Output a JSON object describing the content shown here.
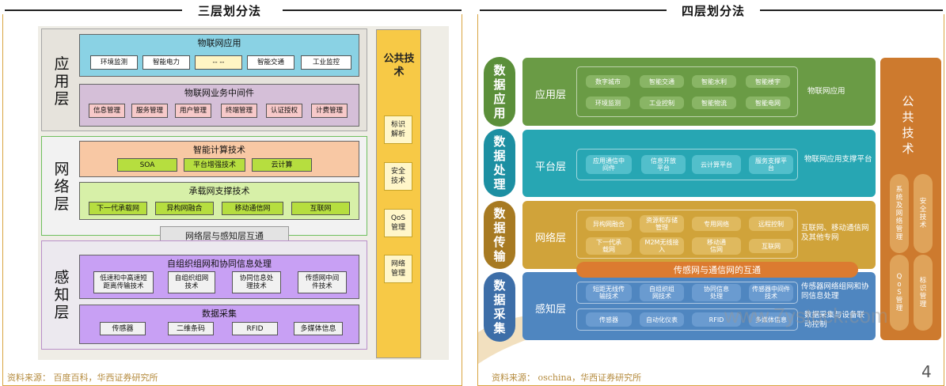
{
  "left": {
    "title": "三层划分法",
    "layers": {
      "app": "应用层",
      "net": "网络层",
      "sense": "感知层"
    },
    "iot_app": {
      "title": "物联网应用",
      "items": [
        "环境监测",
        "智能电力",
        "-- --",
        "智能交通",
        "工业监控"
      ]
    },
    "middleware": {
      "title": "物联网业务中间件",
      "items": [
        "信息管理",
        "服务管理",
        "用户管理",
        "终端管理",
        "认证授权",
        "计费管理"
      ]
    },
    "compute": {
      "title": "智能计算技术",
      "items": [
        "SOA",
        "平台增强技术",
        "云计算"
      ]
    },
    "carrier": {
      "title": "承载网支撑技术",
      "items": [
        "下一代承载网",
        "异构网融合",
        "移动通信网",
        "互联网"
      ]
    },
    "interconnect": "网络层与感知层互通",
    "selforg": {
      "title": "自组织组网和协同信息处理",
      "items": [
        "低速和中高速短距离传输技术",
        "自组织组网技术",
        "协同信息处理技术",
        "传感网中间件技术"
      ]
    },
    "collect": {
      "title": "数据采集",
      "items": [
        "传感器",
        "二维条码",
        "RFID",
        "多媒体信息"
      ]
    },
    "public": {
      "title": "公共技术",
      "items": [
        "标识解析",
        "安全技术",
        "QoS管理",
        "网络管理"
      ]
    },
    "source": "资料来源：  百度百科，华西证券研究所"
  },
  "right": {
    "title": "四层划分法",
    "pills": [
      "数据应用",
      "数据处理",
      "数据传输",
      "数据采集"
    ],
    "bands": [
      {
        "name": "应用层",
        "chips": [
          "数字城市",
          "智能交通",
          "智能水利",
          "智能楼宇",
          "环境监测",
          "工业控制",
          "智能物流",
          "智能电网"
        ],
        "desc": "物联网应用"
      },
      {
        "name": "平台层",
        "chips": [
          "应用通信中间件",
          "信息开放平台",
          "云计算平台",
          "服务支撑平台"
        ],
        "desc": "物联网应用支撑平台"
      },
      {
        "name": "网络层",
        "chips": [
          "异构网融合",
          "资源和存储管理",
          "专用网络",
          "远程控制",
          "下一代承载网",
          "M2M无线接入",
          "移动通信网",
          "互联网"
        ],
        "desc": "互联网、移动通信网及其他专网"
      },
      {
        "name": "感知层",
        "chips": [
          "短距无线传输技术",
          "自组织组网技术",
          "协同信息处理",
          "传感器中间件技术",
          "传感器",
          "自动化仪表",
          "RFID",
          "多媒体信息"
        ],
        "desc": "传感器网络组网和协同信息处理",
        "desc2": "数据采集与设备联动控制"
      }
    ],
    "interconnect": "传感网与通信网的互通",
    "public": {
      "title": "公共技术",
      "cols": [
        "系统及网络管理",
        "安全技术",
        "QoS管理",
        "标识管理"
      ]
    },
    "watermark": "www.7ystock.com",
    "page_number": "4",
    "source": "资料来源：  oschina，华西证券研究所"
  },
  "colors": {
    "orange": "#d9a441",
    "app_band": "#6a9b45",
    "platform_band": "#27a6b3",
    "network_band": "#d0a33a",
    "sense_band": "#4f86c0",
    "public_band": "#cd7a2e"
  }
}
